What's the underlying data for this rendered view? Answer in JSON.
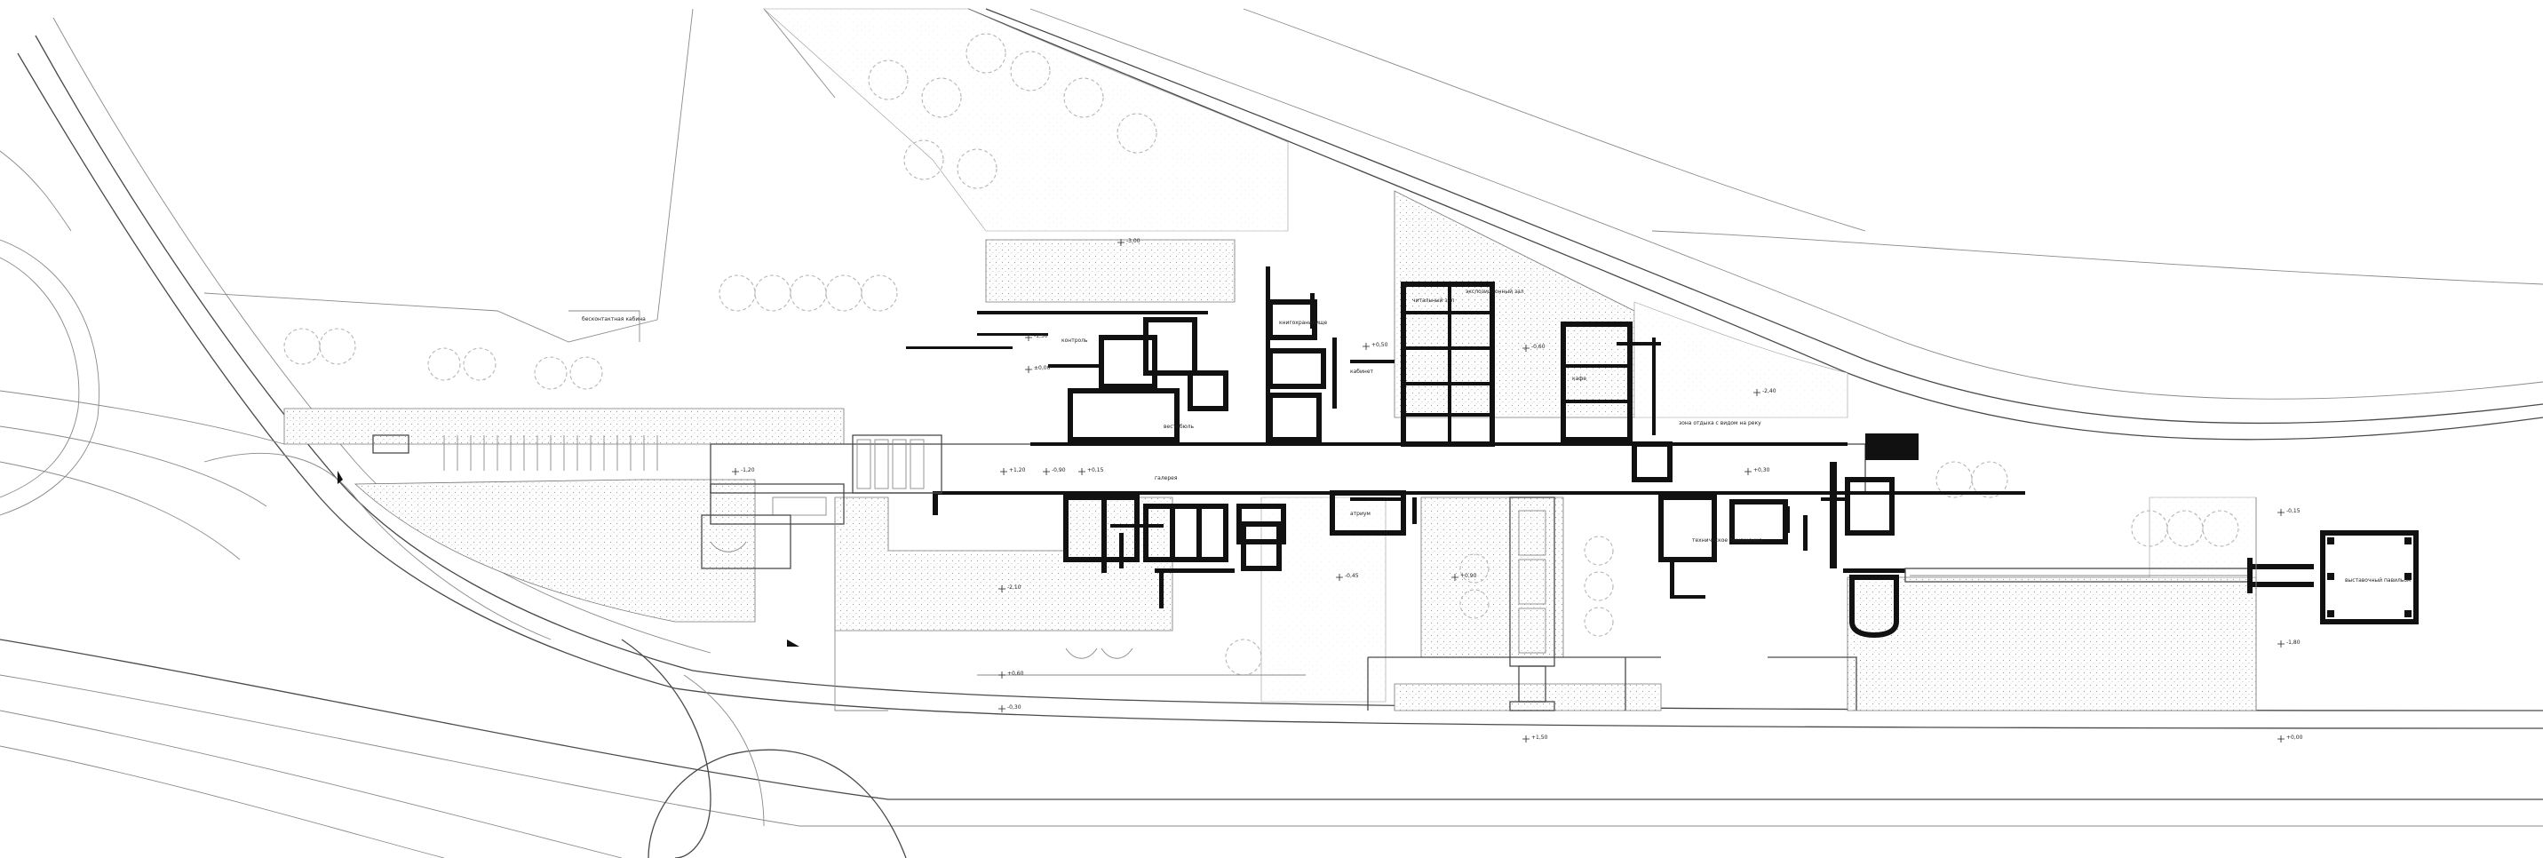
{
  "plan": {
    "labels": [
      {
        "id": "lbl-sign",
        "text": "бесконтактная кабина"
      },
      {
        "id": "lbl-entry",
        "text": "контроль"
      },
      {
        "id": "lbl-hall",
        "text": "вестибюль"
      },
      {
        "id": "lbl-room-a",
        "text": "книгохранилище"
      },
      {
        "id": "lbl-room-b",
        "text": "кабинет"
      },
      {
        "id": "lbl-room-c",
        "text": "читальный зал"
      },
      {
        "id": "lbl-room-d",
        "text": "экспозиционный зал"
      },
      {
        "id": "lbl-room-e",
        "text": "кафе"
      },
      {
        "id": "lbl-gallery",
        "text": "галерея"
      },
      {
        "id": "lbl-terrace",
        "text": "зона отдыха с видом на реку"
      },
      {
        "id": "lbl-atrium",
        "text": "атриум"
      },
      {
        "id": "lbl-service",
        "text": "техническое помещение"
      },
      {
        "id": "lbl-pavilion",
        "text": "выставочный павильон"
      }
    ],
    "elevations": [
      {
        "id": "elev-1",
        "text": "-3,00"
      },
      {
        "id": "elev-2",
        "text": "-1,50"
      },
      {
        "id": "elev-3",
        "text": "±0,00"
      },
      {
        "id": "elev-4",
        "text": "+0,50"
      },
      {
        "id": "elev-5",
        "text": "-0,60"
      },
      {
        "id": "elev-6",
        "text": "-2,40"
      },
      {
        "id": "elev-7",
        "text": "+1,20"
      },
      {
        "id": "elev-8",
        "text": "-0,90"
      },
      {
        "id": "elev-9",
        "text": "+0,15"
      },
      {
        "id": "elev-10",
        "text": "-1,20"
      },
      {
        "id": "elev-11",
        "text": "+0,30"
      },
      {
        "id": "elev-12",
        "text": "-0,45"
      },
      {
        "id": "elev-13",
        "text": "+0,90"
      },
      {
        "id": "elev-14",
        "text": "-2,10"
      },
      {
        "id": "elev-15",
        "text": "+0,60"
      },
      {
        "id": "elev-16",
        "text": "-0,30"
      },
      {
        "id": "elev-17",
        "text": "+1,50"
      },
      {
        "id": "elev-18",
        "text": "-1,80"
      },
      {
        "id": "elev-19",
        "text": "+0,00"
      },
      {
        "id": "elev-20",
        "text": "-0,15"
      }
    ]
  },
  "colors": {
    "walls": "#111111",
    "lines": "#4a4a4a",
    "background": "#ffffff"
  }
}
